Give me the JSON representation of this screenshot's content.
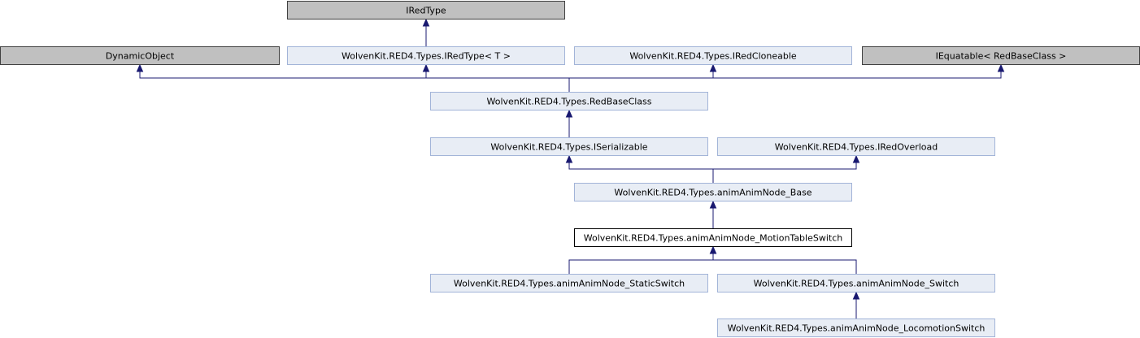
{
  "colors": {
    "external_fill": "#c0c0c0",
    "external_stroke": "#404040",
    "documented_fill": "#e8edf5",
    "documented_stroke": "#a2b4d8",
    "current_fill": "#ffffff",
    "current_stroke": "#000000",
    "edge": "#191970"
  },
  "nodes": [
    {
      "id": "iredtype",
      "label": "IRedType",
      "kind": "external"
    },
    {
      "id": "dynamicobject",
      "label": "DynamicObject",
      "kind": "external"
    },
    {
      "id": "iredtype-t",
      "label": "WolvenKit.RED4.Types.IRedType< T >",
      "kind": "documented"
    },
    {
      "id": "iredcloneable",
      "label": "WolvenKit.RED4.Types.IRedCloneable",
      "kind": "documented"
    },
    {
      "id": "iequatable",
      "label": "IEquatable< RedBaseClass >",
      "kind": "external"
    },
    {
      "id": "redbaseclass",
      "label": "WolvenKit.RED4.Types.RedBaseClass",
      "kind": "documented"
    },
    {
      "id": "iserializable",
      "label": "WolvenKit.RED4.Types.ISerializable",
      "kind": "documented"
    },
    {
      "id": "iredoverload",
      "label": "WolvenKit.RED4.Types.IRedOverload",
      "kind": "documented"
    },
    {
      "id": "animnode-base",
      "label": "WolvenKit.RED4.Types.animAnimNode_Base",
      "kind": "documented"
    },
    {
      "id": "motiontableswitch",
      "label": "WolvenKit.RED4.Types.animAnimNode_MotionTableSwitch",
      "kind": "current"
    },
    {
      "id": "staticswitch",
      "label": "WolvenKit.RED4.Types.animAnimNode_StaticSwitch",
      "kind": "documented"
    },
    {
      "id": "switch",
      "label": "WolvenKit.RED4.Types.animAnimNode_Switch",
      "kind": "documented"
    },
    {
      "id": "locomotionswitch",
      "label": "WolvenKit.RED4.Types.animAnimNode_LocomotionSwitch",
      "kind": "documented"
    }
  ],
  "edges": [
    {
      "from": "iredtype-t",
      "to": "iredtype"
    },
    {
      "from": "redbaseclass",
      "to": "dynamicobject"
    },
    {
      "from": "redbaseclass",
      "to": "iredtype-t"
    },
    {
      "from": "redbaseclass",
      "to": "iredcloneable"
    },
    {
      "from": "redbaseclass",
      "to": "iequatable"
    },
    {
      "from": "iserializable",
      "to": "redbaseclass"
    },
    {
      "from": "animnode-base",
      "to": "iserializable"
    },
    {
      "from": "animnode-base",
      "to": "iredoverload"
    },
    {
      "from": "motiontableswitch",
      "to": "animnode-base"
    },
    {
      "from": "staticswitch",
      "to": "motiontableswitch"
    },
    {
      "from": "switch",
      "to": "motiontableswitch"
    },
    {
      "from": "locomotionswitch",
      "to": "switch"
    }
  ]
}
